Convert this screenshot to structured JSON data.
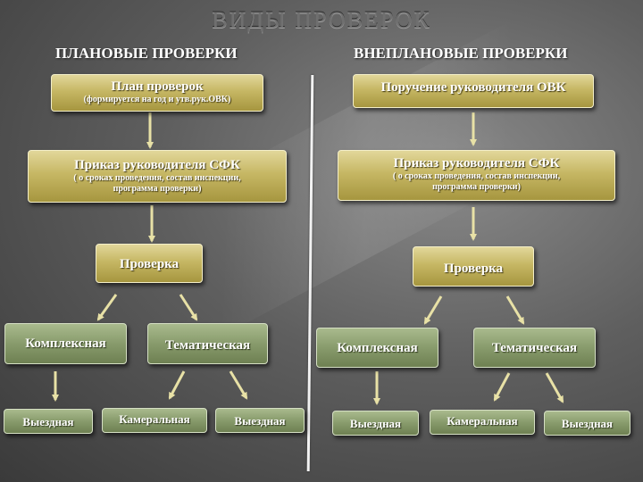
{
  "title": "ВИДЫ ПРОВЕРОК",
  "left": {
    "heading": "ПЛАНОВЫЕ ПРОВЕРКИ",
    "top_box": {
      "main": "План проверок",
      "sub": "(формируется на год и утв.рук.ОВК)"
    },
    "order_box": {
      "main": "Приказ руководителя СФК",
      "sub1": "( о сроках проведения, состав инспекции,",
      "sub2": "программа проверки)"
    },
    "check": "Проверка",
    "complex": "Комплексная",
    "thematic": "Тематическая",
    "onsite1": "Выездная",
    "desk": "Камеральная",
    "onsite2": "Выездная"
  },
  "right": {
    "heading": "ВНЕПЛАНОВЫЕ ПРОВЕРКИ",
    "top_box": {
      "main": "Поручение руководителя ОВК"
    },
    "order_box": {
      "main": "Приказ руководителя СФК",
      "sub1": "( о сроках проведения, состав инспекции,",
      "sub2": "программа проверки)"
    },
    "check": "Проверка",
    "complex": "Комплексная",
    "thematic": "Тематическая",
    "onsite1": "Выездная",
    "desk": "Камеральная",
    "onsite2": "Выездная"
  },
  "colors": {
    "gold_box": "#c6b764",
    "green_box": "#889b6c",
    "arrow": "#e8e1a6",
    "divider": "#f2f2f2"
  }
}
